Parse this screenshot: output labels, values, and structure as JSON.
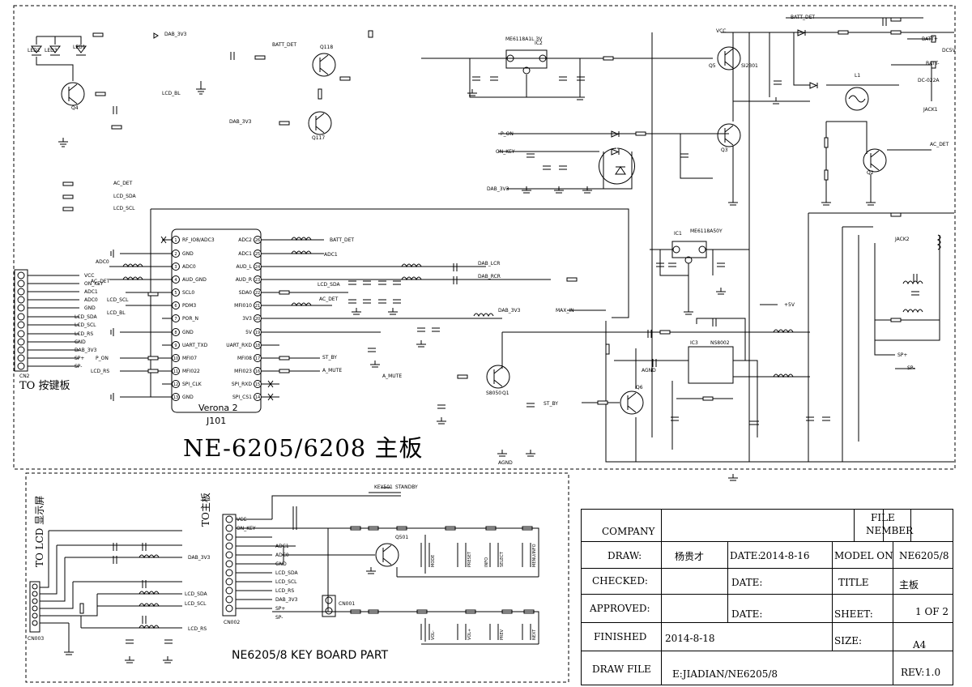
{
  "board_title": "NE-6205/6208 主板",
  "keyboard_title": "NE6205/8 KEY BOARD PART",
  "to_keyboard": "TO 按键板",
  "to_lcd": "TO LCD 显示屏",
  "to_mainboard": "TO主板",
  "module": {
    "name": "Verona 2",
    "ref": "J101",
    "left_pins": [
      {
        "num": "1",
        "name": "RF_IO8/ADC3"
      },
      {
        "num": "2",
        "name": "GND"
      },
      {
        "num": "3",
        "name": "ADC0"
      },
      {
        "num": "4",
        "name": "AUD_GND"
      },
      {
        "num": "5",
        "name": "SCL0"
      },
      {
        "num": "6",
        "name": "PDM3"
      },
      {
        "num": "7",
        "name": "POR_N"
      },
      {
        "num": "8",
        "name": "GND"
      },
      {
        "num": "9",
        "name": "UART_TXD"
      },
      {
        "num": "10",
        "name": "MFI07"
      },
      {
        "num": "11",
        "name": "MFI022"
      },
      {
        "num": "12",
        "name": "SPI_CLK"
      },
      {
        "num": "13",
        "name": "GND"
      }
    ],
    "right_pins": [
      {
        "num": "26",
        "name": "ADC2"
      },
      {
        "num": "25",
        "name": "ADC1"
      },
      {
        "num": "24",
        "name": "AUD_L"
      },
      {
        "num": "23",
        "name": "AUD_R"
      },
      {
        "num": "22",
        "name": "SDA0"
      },
      {
        "num": "21",
        "name": "MFI010"
      },
      {
        "num": "20",
        "name": "3V3"
      },
      {
        "num": "19",
        "name": "5V"
      },
      {
        "num": "18",
        "name": "UART_RXD"
      },
      {
        "num": "17",
        "name": "MFI08"
      },
      {
        "num": "16",
        "name": "MFI023"
      },
      {
        "num": "15",
        "name": "SPI_RXD"
      },
      {
        "num": "14",
        "name": "SPI_CS1"
      }
    ]
  },
  "net_labels": {
    "left": [
      "ADC0",
      "AC_DET",
      "LCD_SCL",
      "LCD_BL",
      "P_ON",
      "LCD_RS"
    ],
    "right": [
      "BATT_DET",
      "ADC1",
      "DAB_LCR",
      "DAB_RCR",
      "LCD_SDA",
      "AC_DET",
      "DAB_3V3",
      "ST_BY",
      "A_MUTE"
    ],
    "misc": [
      "DAB_3V3",
      "LCD_BL",
      "BATT_DET",
      "DAB_3V3",
      "VCC",
      "BATT_DET",
      "BATT+",
      "BATT-",
      "DC5V",
      "P_ON",
      "ON_KEY",
      "DAB_3V3",
      "AC_DET",
      "AC_DET",
      "LCD_SDA",
      "LCD_SCL",
      "MAX_IN",
      "A_MUTE",
      "ST_BY",
      "+5V",
      "SP+",
      "SP-",
      "AGND",
      "AGND"
    ]
  },
  "connector_cn2": {
    "ref": "CN2",
    "pins": [
      "VCC",
      "ON_KEY",
      "ADC1",
      "ADC0",
      "GND",
      "LCD_SDA",
      "LCD_SCL",
      "LCD_RS",
      "GND",
      "DAB_3V3",
      "SP+",
      "SP-"
    ]
  },
  "components": {
    "ic2": "IC2",
    "ic2_part": "ME6118A1L 3V",
    "ic1": "IC1",
    "ic1_part": "ME6118A50Y",
    "ic3": "IC3",
    "ic3_part": "NS8002",
    "q1": "Q1",
    "q2": "Q2",
    "q3": "Q3",
    "q4": "Q4",
    "q5": "Q5",
    "q6": "Q6",
    "q117": "Q117",
    "q118": "Q118",
    "q501": "Q501",
    "jack1": "JACK1",
    "jack2": "JACK2",
    "jack_dc": "DC-022A",
    "l1": "L1",
    "s8050": "S8050",
    "ss12": "SI2301",
    "leds": [
      "LED2",
      "LED3",
      "LED1"
    ]
  },
  "keyboard": {
    "cn_left": "CN003",
    "cn_mid": "CN002",
    "cn_right": "CN001",
    "keys_top": [
      "KEY501",
      "STANDBY"
    ],
    "keys": [
      "MODE",
      "PRESET",
      "SELECT",
      "INFO",
      "MENU/INFO",
      "VOL-",
      "VOL+",
      "PREV",
      "NEXT"
    ],
    "inputs": [
      "VCC",
      "ON_KEY",
      "ADC1",
      "ADC0",
      "GND",
      "LCD_SDA",
      "LCD_SCL",
      "LCD_RS",
      "DAB_3V3",
      "SP+",
      "SP-"
    ],
    "lcd_nets": [
      "DAB_3V3",
      "LCD_SDA",
      "LCD_SCL",
      "LCD_RS"
    ]
  },
  "title_block": {
    "company_label": "COMPANY",
    "company_value": "",
    "file_label": "FILE",
    "number_label": "NEMBER",
    "draw_label": "DRAW:",
    "draw_value": "杨贵才",
    "date_label": "DATE:",
    "date_value": "2014-8-16",
    "model_label": "MODEL ON",
    "model_value": "NE6205/8",
    "checked_label": "CHECKED:",
    "checked_date_label": "DATE:",
    "title_label": "TITLE",
    "title_value": "主板",
    "approved_label": "APPROVED:",
    "approved_date_label": "DATE:",
    "sheet_label": "SHEET:",
    "sheet_value": "1 OF 2",
    "finished_label": "FINISHED",
    "finished_value": "2014-8-18",
    "size_label": "SIZE:",
    "size_value": "A4",
    "drawfile_label": "DRAW FILE",
    "drawfile_value": "E:JIADIAN/NE6205/8",
    "rev_label": "REV:",
    "rev_value": "1.0"
  }
}
